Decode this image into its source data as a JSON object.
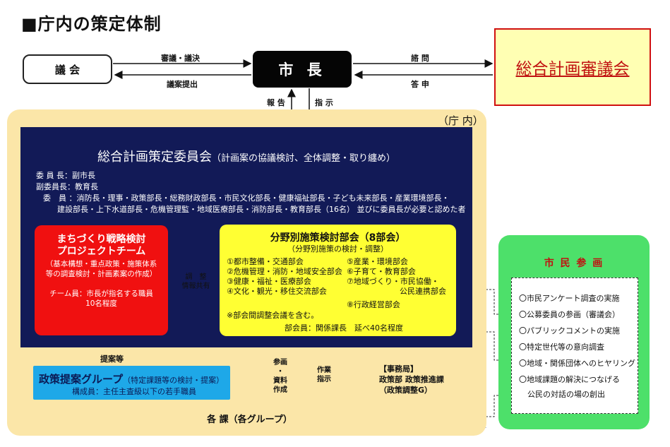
{
  "title": "■庁内の策定体制",
  "top": {
    "gikai": "議 会",
    "mayor": "市 長",
    "council": "総合計画審議会",
    "arrow_gikai_to_mayor_label": "審議・議決",
    "arrow_mayor_to_gikai_label": "議案提出",
    "arrow_to_council_label": "諮 問",
    "arrow_from_council_label": "答 申",
    "report_label": "報 告",
    "instruct_label": "指 示"
  },
  "chonai": "（庁 内）",
  "committee": {
    "title": "総合計画策定委員会",
    "subtitle": "（計画案の協議検討、全体調整・取り纏め）",
    "lines": [
      "委 員 長：副市長",
      "副委員長：教育長",
      "委　員 ：消防長・理事・政策部長・総務財政部長・市民文化部長・健康福祉部長・子ども未来部長・産業環境部長・",
      "建設部長・上下水道部長・危機管理監・地域医療部長・消防部長・教育部長（16名） 並びに委員長が必要と認めた者"
    ]
  },
  "machi": {
    "title1": "まちづくり戦略検討",
    "title2": "プロジェクトチーム",
    "sub1": "（基本構想・重点政策・施策体系",
    "sub2": "等の調査検討・計画素案の作成）",
    "member1": "チーム員：市長が指名する職員",
    "member2": "10名程度"
  },
  "adjust": {
    "line1": "調　整",
    "line2": "情報共有"
  },
  "bunya": {
    "title": "分野別施策検討部会（8部会）",
    "subtitle": "（分野別施策の検討・調整）",
    "left_items": [
      "①都市整備・交通部会",
      "②危機管理・消防・地域安全部会",
      "③健康・福祉・医療部会",
      "④文化・観光・移住交流部会"
    ],
    "right_items": [
      "⑤産業・環境部会",
      "⑥子育て・教育部会",
      "⑦地域づくり・市民協働・",
      "公民連携部会",
      "⑧行政経営部会"
    ],
    "note": "※部会間調整会議を含む。",
    "members": "部会員：関係課長　延べ40名程度"
  },
  "teian_label": "提案等",
  "policy": {
    "title": "政策提案グループ",
    "title_sub": "（特定課題等の検討・提案）",
    "members": "構成員：主任主査級以下の若手職員"
  },
  "sanka": [
    "参画",
    "・",
    "資料",
    "作成"
  ],
  "sagyou": [
    "作業",
    "指示"
  ],
  "secretariat": [
    "【事務局】",
    "政策部 政策推進課",
    "（政策調整G）"
  ],
  "kakuka": "各 課（各グループ）",
  "citizen": {
    "title": "市 民 参 画",
    "items": [
      "〇市民アンケート調査の実施",
      "〇公募委員の参画（審議会）",
      "〇パブリックコメントの実施",
      "〇特定世代等の意向調査",
      "〇地域・関係団体へのヒヤリング",
      "〇地域課題の解決につなげる",
      "公民の対話の場の創出"
    ]
  },
  "colors": {
    "navy": "#121a57",
    "red": "#f01010",
    "yellow": "#ffff33",
    "blue": "#1ea8e8",
    "green": "#4de06a",
    "beige": "#fbe6a8",
    "slate": "#8a9ccc"
  }
}
